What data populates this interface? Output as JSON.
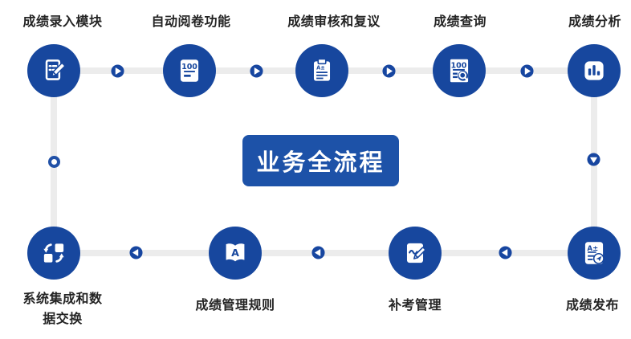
{
  "diagram_title": "业务全流程",
  "colors": {
    "node_blue": "#17479E",
    "button_blue": "#1D52A8",
    "connector_gray": "#ECECEC",
    "label_color": "#242424",
    "icon_white": "#FFFFFF"
  },
  "center_button": {
    "label": "业务全流程"
  },
  "nodes": {
    "top": [
      {
        "label": "成绩录入模块",
        "icon": "document-edit-icon"
      },
      {
        "label": "自动阅卷功能",
        "icon": "document-100-icon",
        "icon_text": "100"
      },
      {
        "label": "成绩审核和复议",
        "icon": "clipboard-grade-icon",
        "icon_text": "A±"
      },
      {
        "label": "成绩查询",
        "icon": "document-100-magnifier-icon",
        "icon_text": "100"
      },
      {
        "label": "成绩分析",
        "icon": "bar-chart-icon"
      }
    ],
    "bottom": [
      {
        "label": "系统集成和数据交换",
        "icon": "data-exchange-icon"
      },
      {
        "label": "成绩管理规则",
        "icon": "open-book-icon",
        "icon_text": "A"
      },
      {
        "label": "补考管理",
        "icon": "pencil-writing-icon"
      },
      {
        "label": "成绩发布",
        "icon": "document-send-icon",
        "icon_text": "A±"
      }
    ]
  }
}
